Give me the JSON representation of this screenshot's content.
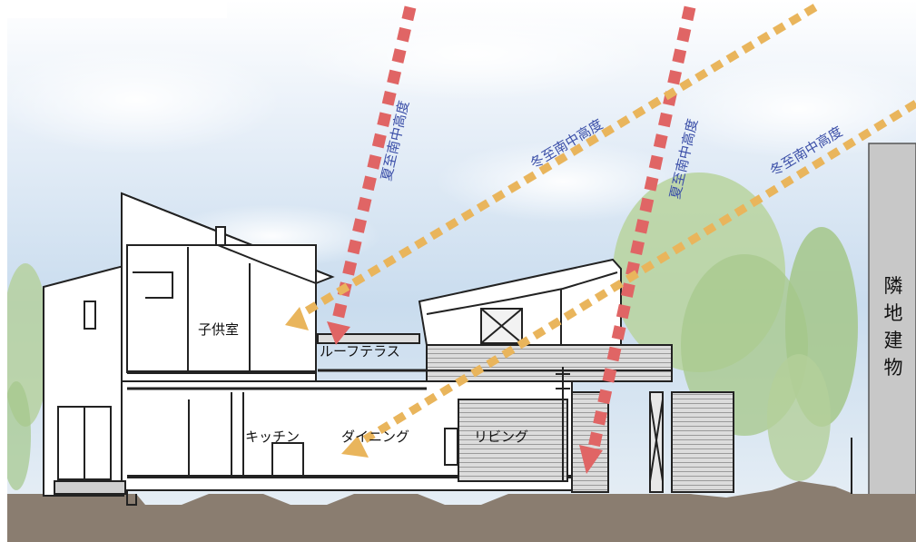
{
  "sun_labels": {
    "summer_left": "夏至南中高度",
    "summer_right": "夏至南中高度",
    "winter_left": "冬至南中高度",
    "winter_right": "冬至南中高度"
  },
  "rooms": {
    "kids_room": "子供室",
    "roof_terrace": "ルーフテラス",
    "kitchen": "キッチン",
    "dining": "ダイニング",
    "living": "リビング"
  },
  "neighbor": {
    "c1": "隣",
    "c2": "地",
    "c3": "建",
    "c4": "物"
  },
  "colors": {
    "summer_ray": "#e06565",
    "winter_ray": "#e9b55c",
    "label_text": "#3b4fa8",
    "sky": "#cfe0f2",
    "ground": "#8a7d70",
    "tree": "#a7c98a",
    "neighbor_building": "#c8c8c8"
  }
}
